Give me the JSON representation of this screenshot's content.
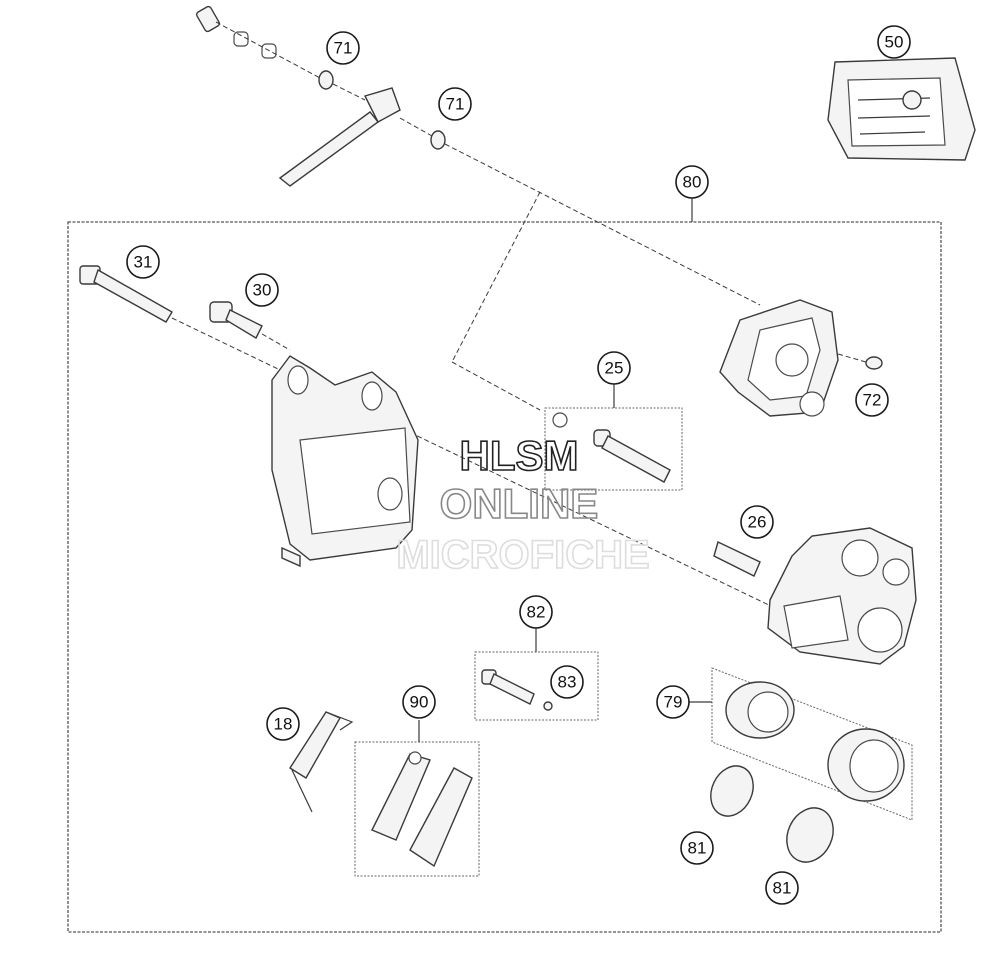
{
  "watermark": {
    "line1": "HLSM",
    "line2": "ONLINE",
    "line3": "MICROFICHE"
  },
  "callouts": {
    "c71a": "71",
    "c71b": "71",
    "c50": "50",
    "c80": "80",
    "c31": "31",
    "c30": "30",
    "c25": "25",
    "c72": "72",
    "c26": "26",
    "c82": "82",
    "c83": "83",
    "c79": "79",
    "c90": "90",
    "c18": "18",
    "c81a": "81",
    "c81b": "81"
  }
}
